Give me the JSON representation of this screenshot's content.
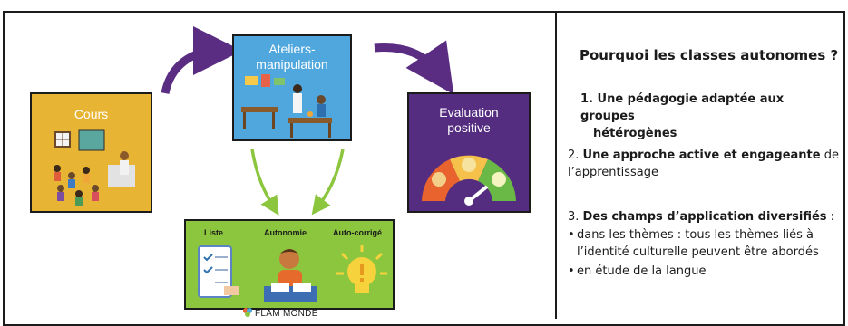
{
  "diagram": {
    "cours": {
      "label": "Cours"
    },
    "ateliers": {
      "label": "Ateliers-\nmanipulation"
    },
    "evaluation": {
      "label": "Evaluation\npositive"
    },
    "bottom": {
      "labels": [
        "Liste",
        "Autonomie",
        "Auto-corrigé"
      ]
    },
    "footer": "FLAM MONDE",
    "colors": {
      "cours": "#e8b434",
      "ateliers": "#4fa7de",
      "evaluation": "#542d81",
      "bottom": "#8cc63f",
      "arrow_purple": "#5b2d82",
      "arrow_green": "#8cc63f"
    },
    "icons": [
      "classroom-illustration",
      "workshop-illustration",
      "gauge-icon",
      "checklist-icon",
      "child-writing-illustration",
      "lightbulb-icon",
      "flam-monde-logo"
    ]
  },
  "text": {
    "heading": "Pourquoi les classes autonomes ?",
    "item1_bold": "1. Une pédagogie adaptée aux groupes",
    "item1_bold_2": "hétérogènes",
    "item2_prefix": "2. ",
    "item2_bold": "Une approche active et engageante",
    "item2_rest": " de",
    "item2_line2": "l’apprentissage",
    "item3_prefix": "3. ",
    "item3_bold": "Des champs d’application diversifiés",
    "item3_rest": " :",
    "bullet1_line1": "dans les thèmes : tous les thèmes liés à",
    "bullet1_line2": "l’identité culturelle peuvent être abordés",
    "bullet2": "en étude de la langue"
  }
}
